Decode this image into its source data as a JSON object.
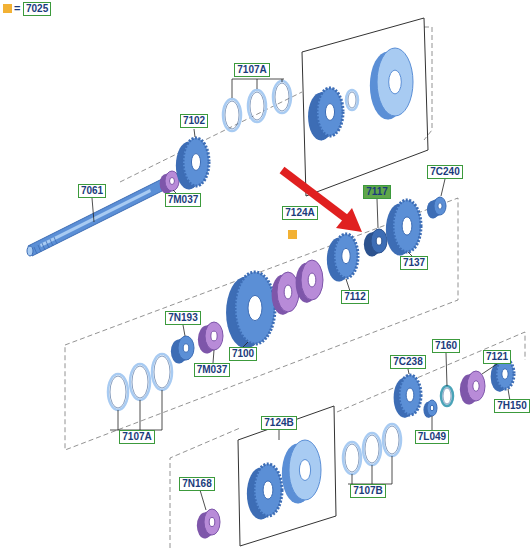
{
  "diagram": {
    "nodes": [
      {
        "text": [
          "7107A"
        ]
      },
      {
        "text": [
          "7102"
        ]
      },
      {
        "text": [
          "7124A"
        ]
      },
      {
        "text": [
          "7061"
        ]
      },
      {
        "text": [
          "7M037"
        ]
      },
      {
        "text": [
          "7117"
        ]
      },
      {
        "text": [
          "7C240"
        ]
      },
      {
        "text": [
          "7N193"
        ]
      },
      {
        "text": [
          "7112"
        ]
      },
      {
        "text": [
          "7137"
        ]
      },
      {
        "text": [
          "7100"
        ]
      },
      {
        "text": [
          "7M037"
        ]
      },
      {
        "text": [
          "7C238"
        ]
      },
      {
        "text": [
          "7160"
        ]
      },
      {
        "text": [
          "7121"
        ]
      },
      {
        "text": [
          "7107A"
        ]
      },
      {
        "text": [
          "7L049"
        ]
      },
      {
        "text": [
          "7H150"
        ]
      },
      {
        "text": [
          "7124B"
        ]
      },
      {
        "text": [
          "7N168"
        ]
      },
      {
        "text": [
          "7107B"
        ]
      }
    ],
    "labels": [
      "="
    ],
    "legend": [
      {
        "text": "7025",
        "color": "#f2b134"
      }
    ]
  }
}
